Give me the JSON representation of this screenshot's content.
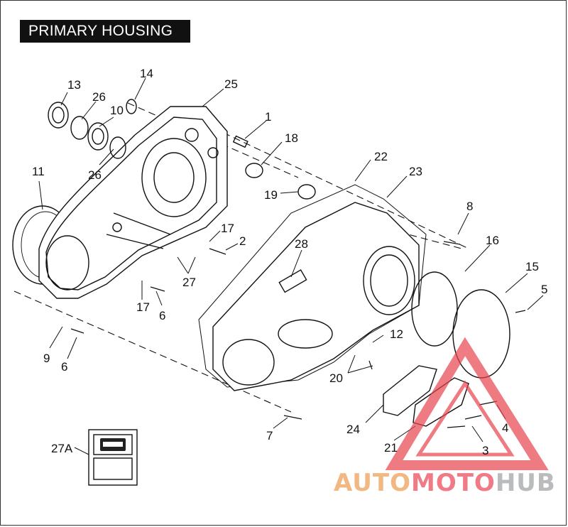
{
  "title": "PRIMARY HOUSING",
  "callouts": [
    "13",
    "14",
    "26",
    "10",
    "25",
    "1",
    "18",
    "26",
    "11",
    "22",
    "23",
    "19",
    "8",
    "17",
    "2",
    "28",
    "16",
    "15",
    "5",
    "27",
    "17",
    "6",
    "12",
    "9",
    "6",
    "20",
    "24",
    "4",
    "7",
    "27A",
    "21",
    "3"
  ],
  "watermark": {
    "part1": "AUTO",
    "part2": "MOTO",
    "part3": "HUB",
    "colors": {
      "triangle": "#e8434e",
      "auto": "#f2b884",
      "moto": "#f07a86",
      "hub": "#b9bbbd"
    }
  },
  "icons": [
    "harley-davidson-logo-icon"
  ]
}
